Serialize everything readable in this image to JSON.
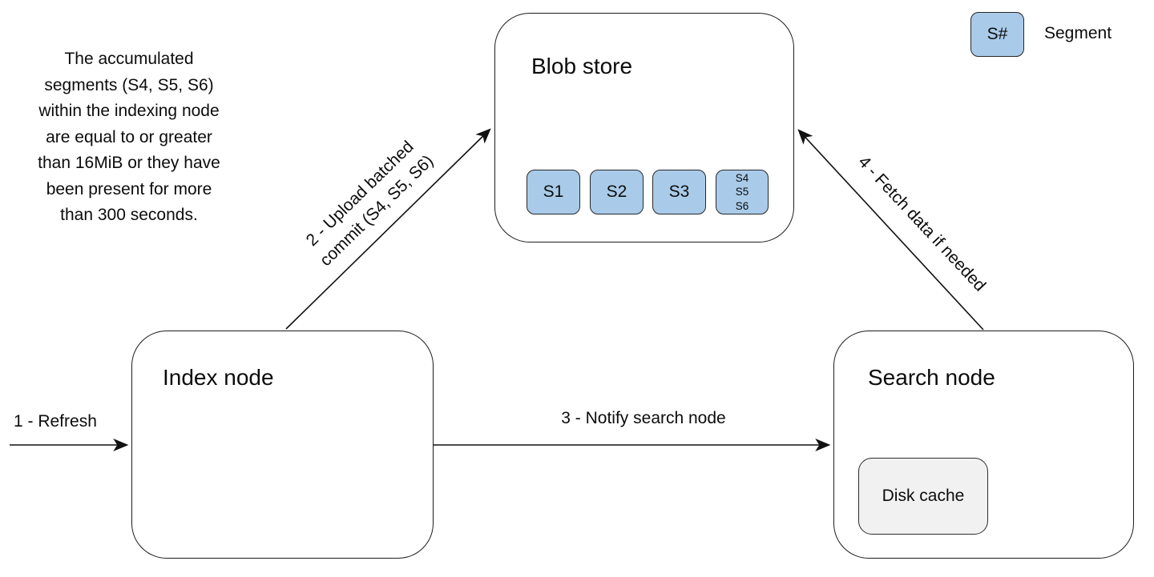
{
  "note": {
    "lines": [
      "The accumulated",
      "segments (S4, S5, S6)",
      "within the indexing node",
      "are equal to or greater",
      "than 16MiB or they have",
      "been present for more",
      "than 300 seconds."
    ]
  },
  "legend": {
    "chip_label": "S#",
    "label": "Segment"
  },
  "nodes": {
    "blob_store": {
      "title": "Blob store",
      "segments": [
        "S1",
        "S2",
        "S3"
      ],
      "stacked_segment": [
        "S4",
        "S5",
        "S6"
      ]
    },
    "index_node": {
      "title": "Index node"
    },
    "search_node": {
      "title": "Search node",
      "disk_cache_label": "Disk cache"
    }
  },
  "arrows": {
    "refresh": {
      "label": "1 - Refresh"
    },
    "upload": {
      "label_line1": "2 - Upload batched",
      "label_line2": "commit (S4, S5, S6)"
    },
    "notify": {
      "label": "3 - Notify search node"
    },
    "fetch": {
      "label": "4 - Fetch data if needed"
    }
  },
  "colors": {
    "segment_fill": "#a9cbe9",
    "disk_cache_fill": "#f1f1f1",
    "stroke": "#1c1c1c",
    "background": "#ffffff",
    "text": "#0c0c0c"
  }
}
